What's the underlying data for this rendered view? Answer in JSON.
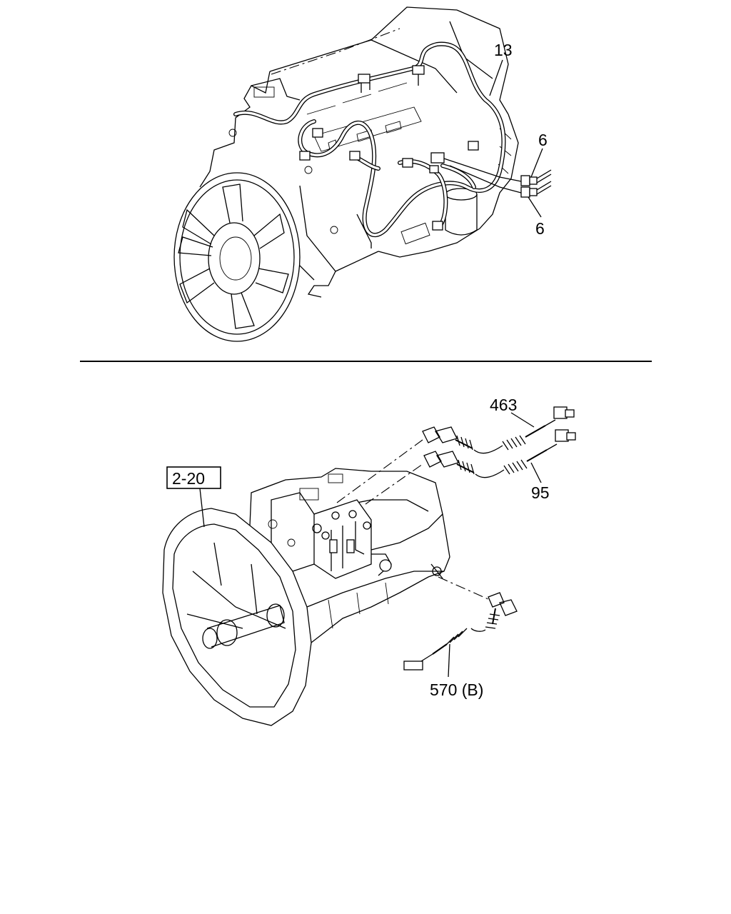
{
  "labels": {
    "l13": "13",
    "l6a": "6",
    "l6b": "6",
    "l463": "463",
    "l95": "95",
    "l570": "570 (B)",
    "ref": "2-20"
  }
}
